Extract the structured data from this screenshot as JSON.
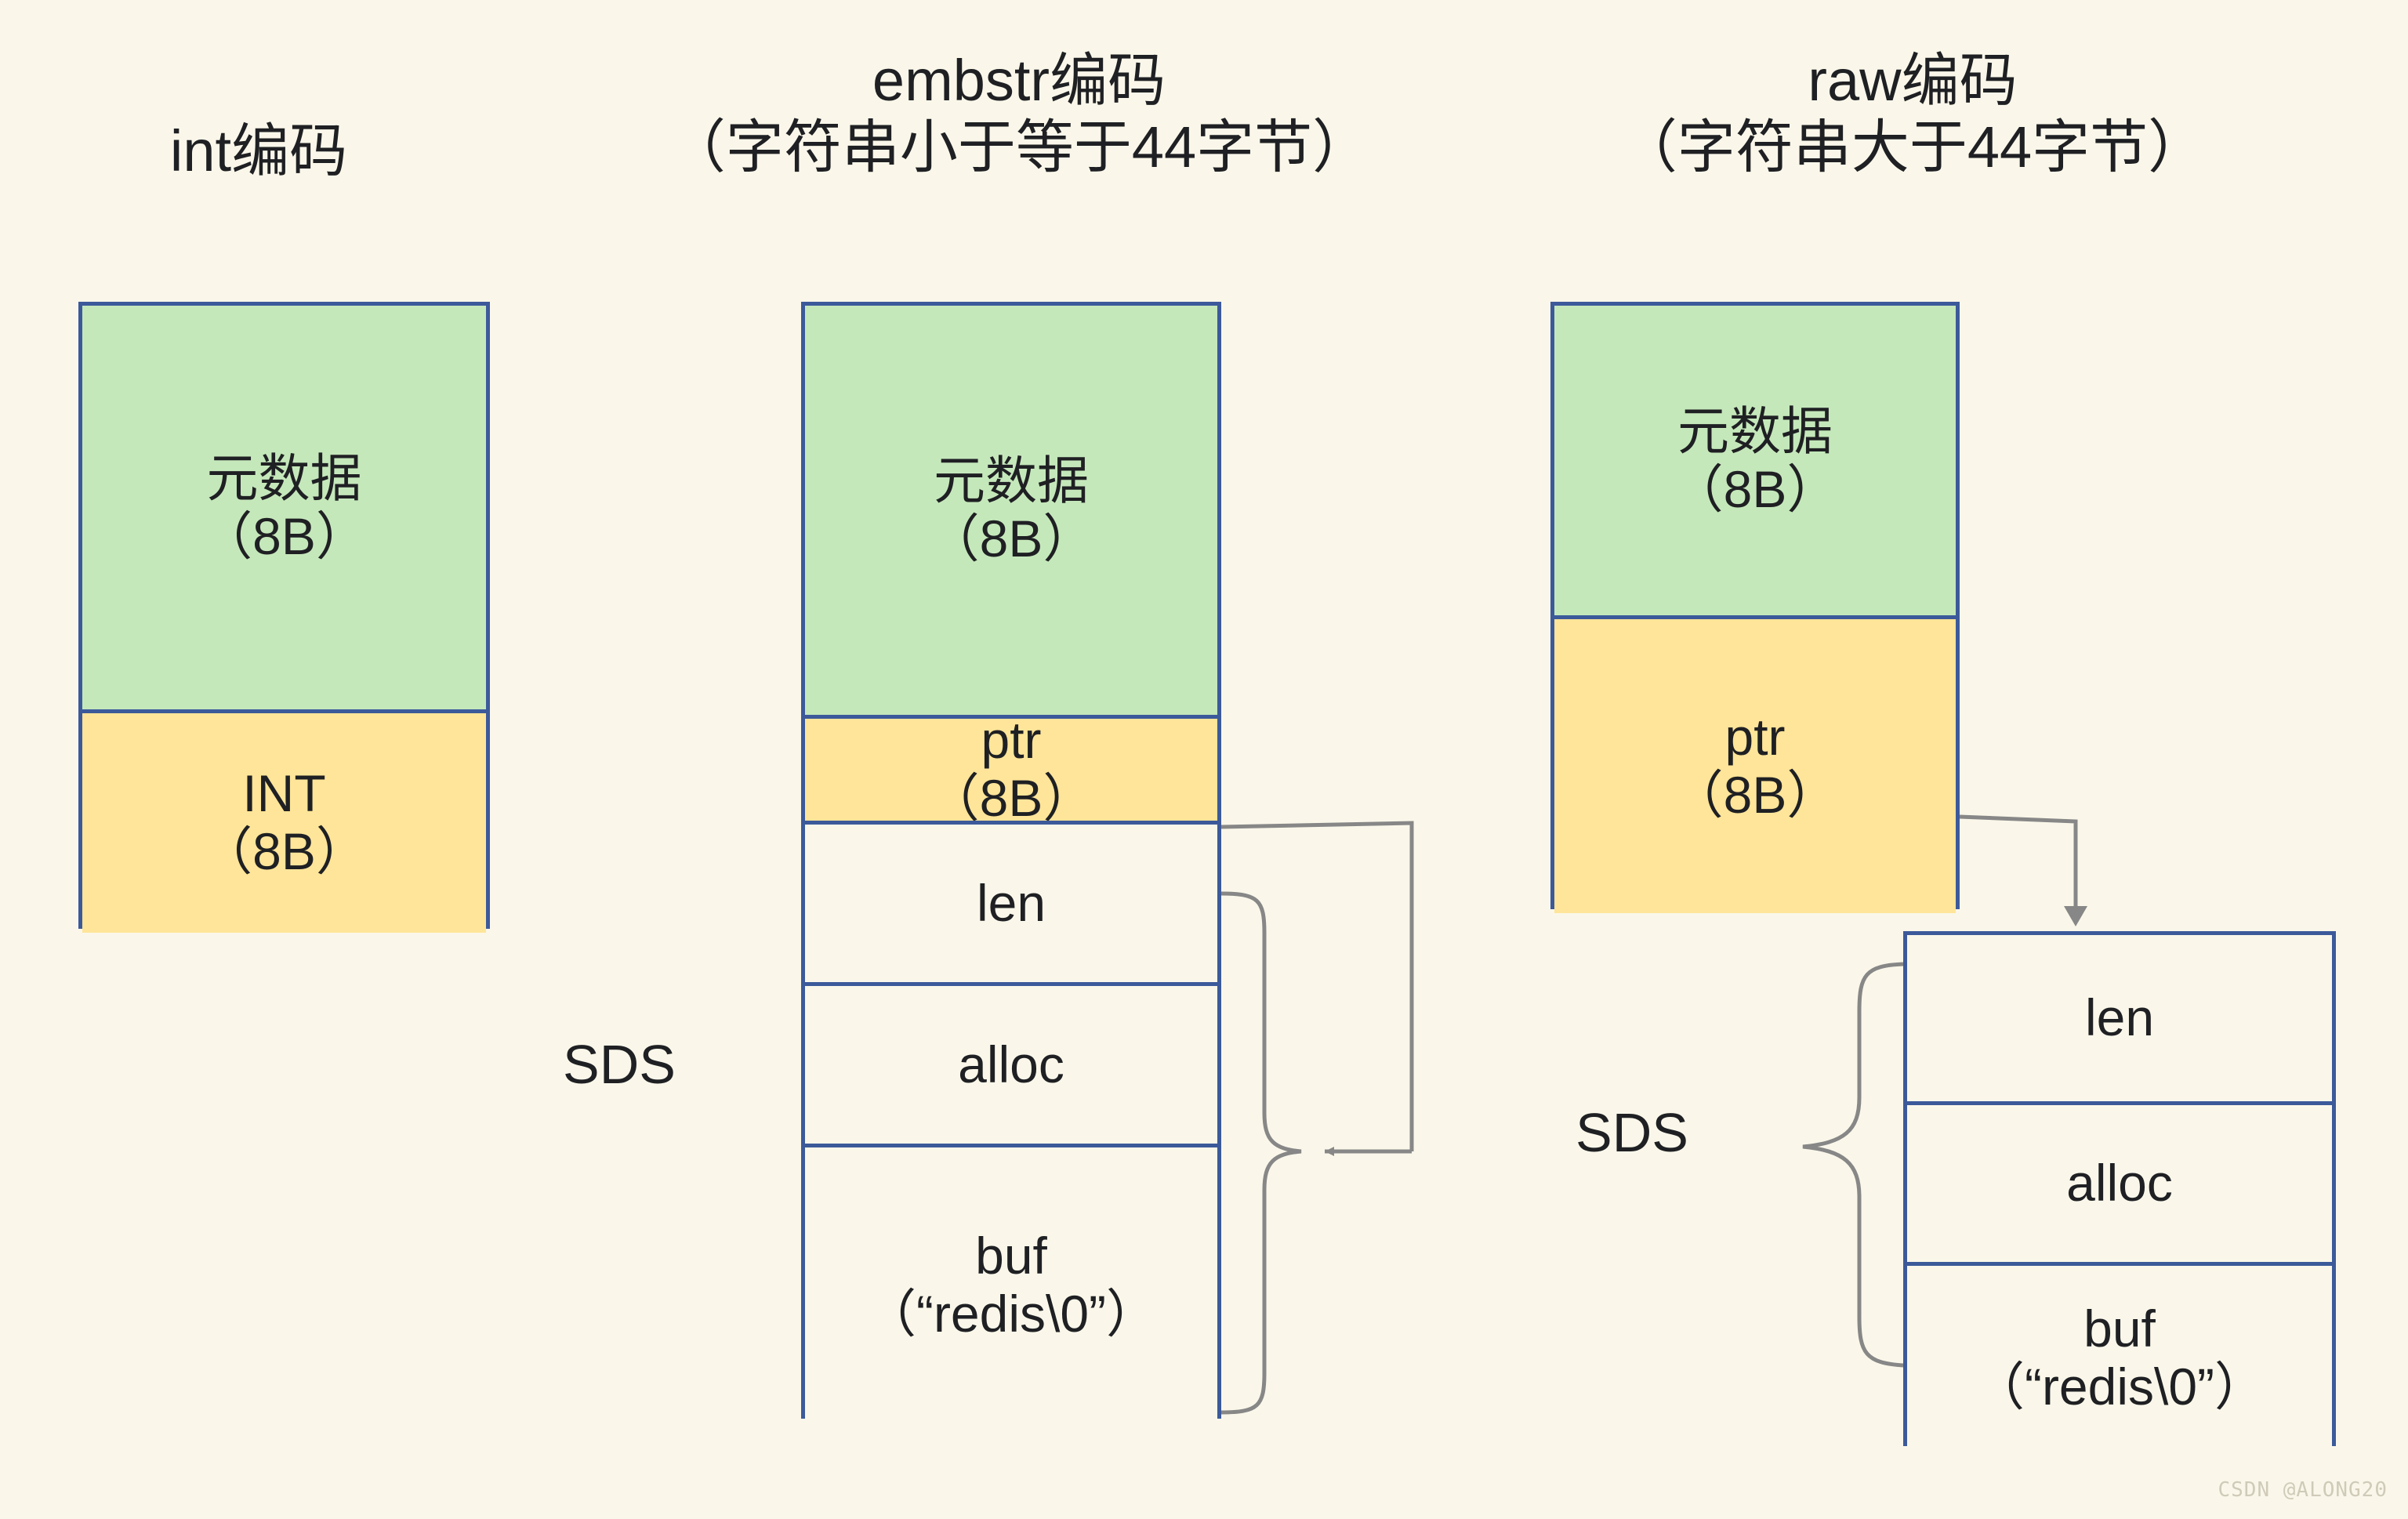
{
  "canvas": {
    "background_color": "#faf7ea",
    "border_color": "#3c5a9a",
    "metadata_fill": "#c5e8bb",
    "value_fill": "#ffe599",
    "plain_fill": "#faf7ea",
    "connector_color": "#878787"
  },
  "columns": [
    {
      "id": "int",
      "heading_line1": "int编码",
      "heading_line2": "",
      "cells": [
        {
          "id": "metadata",
          "line1": "元数据",
          "line2": "（8B）",
          "fill": "green"
        },
        {
          "id": "value",
          "line1": "INT",
          "line2": "（8B）",
          "fill": "yellow"
        }
      ]
    },
    {
      "id": "embstr",
      "heading_line1": "embstr编码",
      "heading_line2": "（字符串小于等于44字节）",
      "sds_label": "SDS",
      "cells": [
        {
          "id": "metadata",
          "line1": "元数据",
          "line2": "（8B）",
          "fill": "green"
        },
        {
          "id": "ptr",
          "line1": "ptr",
          "line2": "（8B）",
          "fill": "yellow"
        },
        {
          "id": "len",
          "line1": "len",
          "line2": "",
          "fill": "plain"
        },
        {
          "id": "alloc",
          "line1": "alloc",
          "line2": "",
          "fill": "plain"
        },
        {
          "id": "buf",
          "line1": "buf",
          "line2": "（“redis\\0”）",
          "fill": "plain"
        }
      ]
    },
    {
      "id": "raw",
      "heading_line1": "raw编码",
      "heading_line2": "（字符串大于44字节）",
      "sds_label": "SDS",
      "cells": [
        {
          "id": "metadata",
          "line1": "元数据",
          "line2": "（8B）",
          "fill": "green"
        },
        {
          "id": "ptr",
          "line1": "ptr",
          "line2": "（8B）",
          "fill": "yellow"
        }
      ],
      "sds_cells": [
        {
          "id": "len",
          "line1": "len",
          "line2": "",
          "fill": "plain"
        },
        {
          "id": "alloc",
          "line1": "alloc",
          "line2": "",
          "fill": "plain"
        },
        {
          "id": "buf",
          "line1": "buf",
          "line2": "（“redis\\0”）",
          "fill": "plain"
        }
      ]
    }
  ],
  "watermark": "CSDN @ALONG20"
}
